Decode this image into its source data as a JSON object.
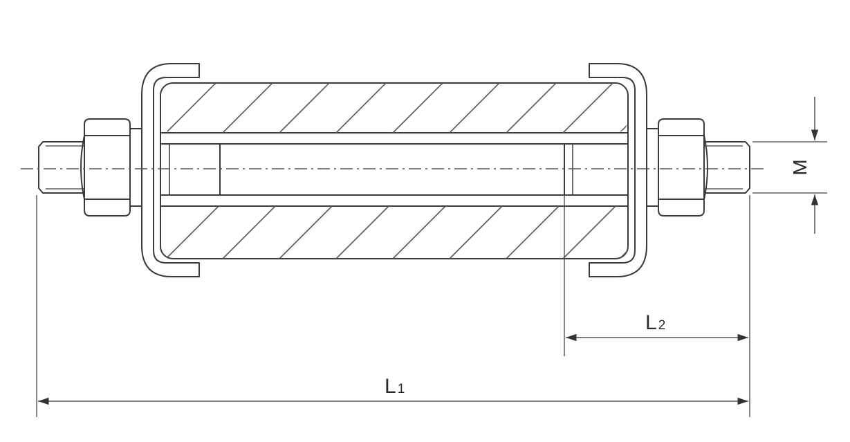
{
  "dimensions": {
    "l1": {
      "main": "L",
      "sub": "1"
    },
    "l2": {
      "main": "L",
      "sub": "2"
    },
    "m": "M"
  },
  "colors": {
    "line": "#3a3a3a",
    "hatch": "#555555",
    "background": "#ffffff"
  }
}
